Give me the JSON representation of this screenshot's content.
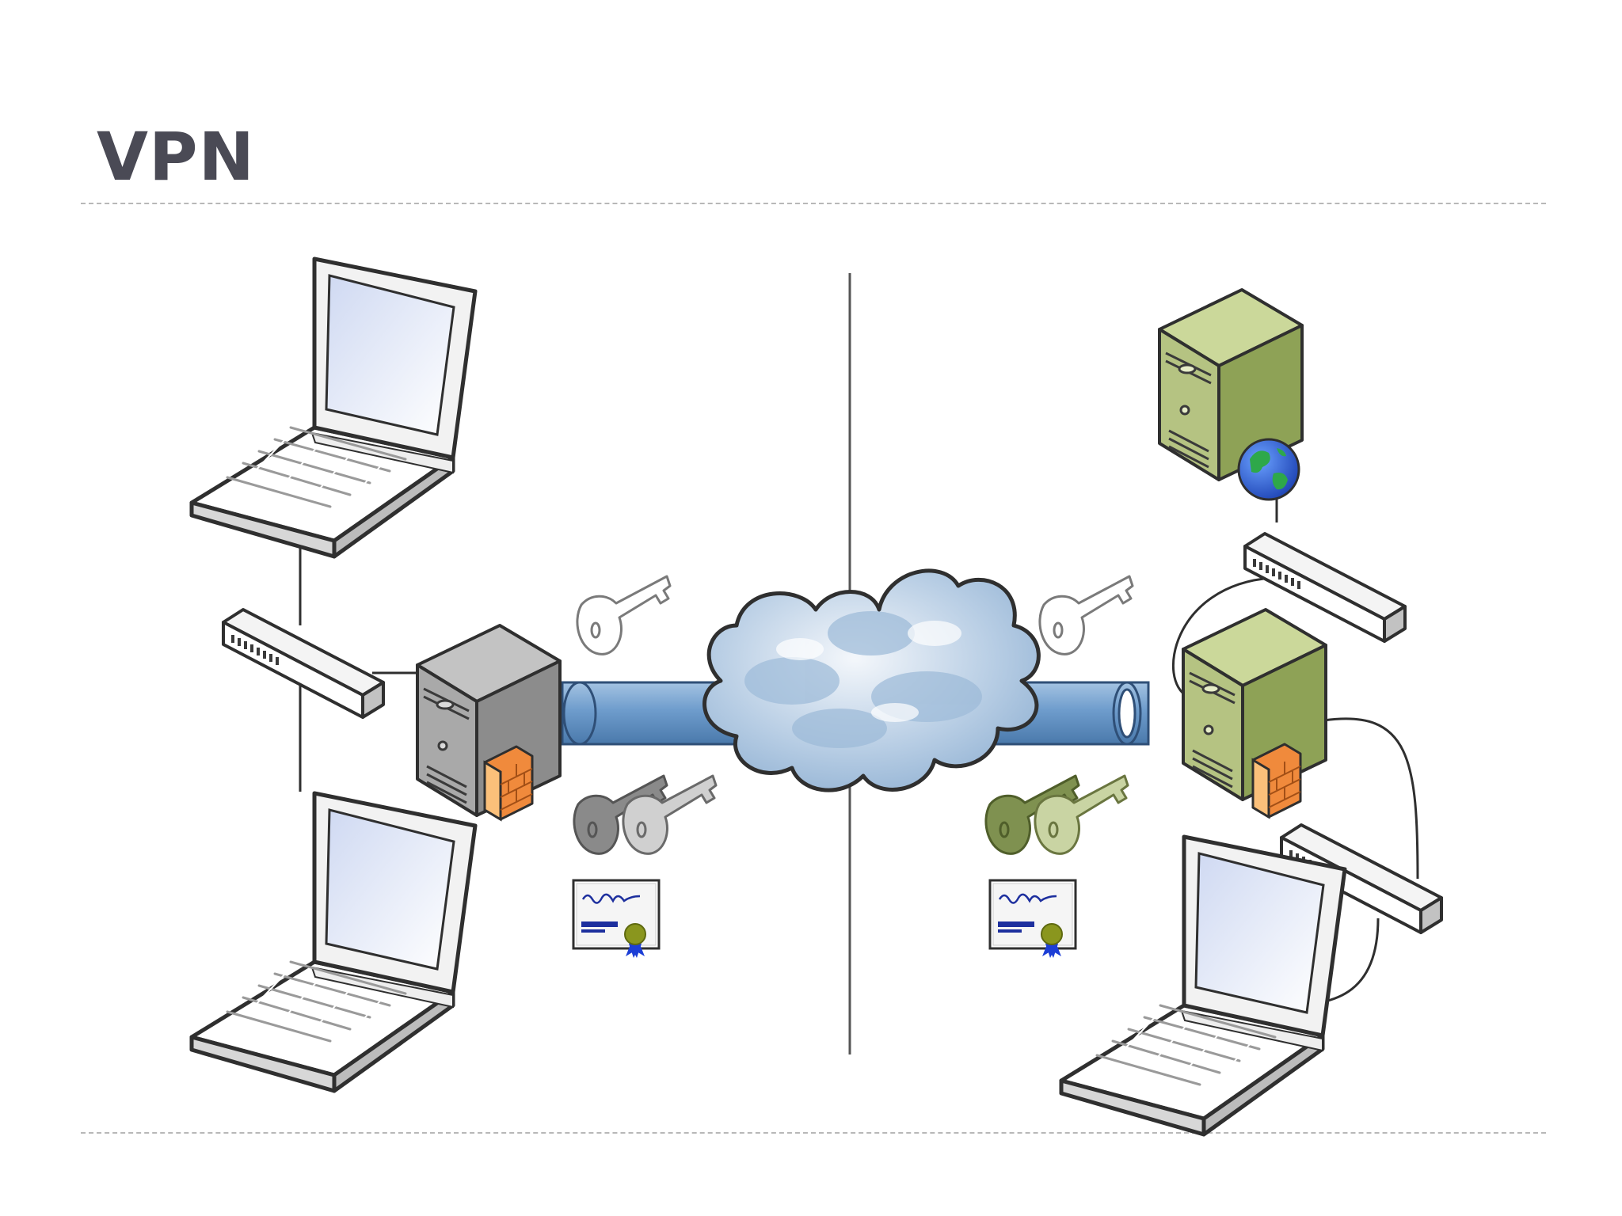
{
  "slide": {
    "title": "VPN"
  },
  "diagram": {
    "left_site": {
      "devices": [
        "laptop",
        "laptop",
        "network-switch",
        "firewall-server"
      ],
      "credentials": [
        "public-key",
        "key-pair",
        "certificate"
      ],
      "key_color": "#c8c8c8"
    },
    "internet": {
      "shape": "cloud",
      "tunnel_color": "#6e9ccc"
    },
    "right_site": {
      "devices": [
        "web-server",
        "network-switch",
        "firewall-server",
        "network-switch",
        "laptop"
      ],
      "credentials": [
        "public-key",
        "key-pair",
        "certificate"
      ],
      "key_color": "#7f9150"
    }
  }
}
